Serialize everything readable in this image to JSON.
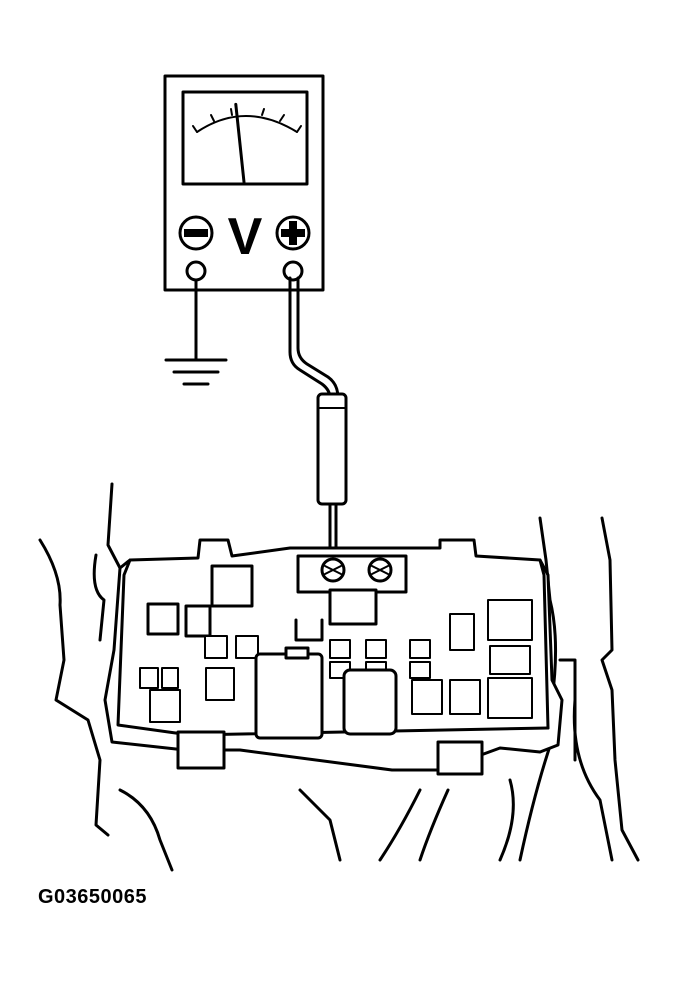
{
  "figure": {
    "code": "G03650065",
    "meter_unit_letter": "V",
    "negative_terminal_icon": "minus-icon",
    "positive_terminal_icon": "plus-icon",
    "ground_symbol_icon": "ground-icon",
    "needle_level": 0.45
  },
  "colors": {
    "ink": "#000000",
    "background": "#ffffff"
  }
}
